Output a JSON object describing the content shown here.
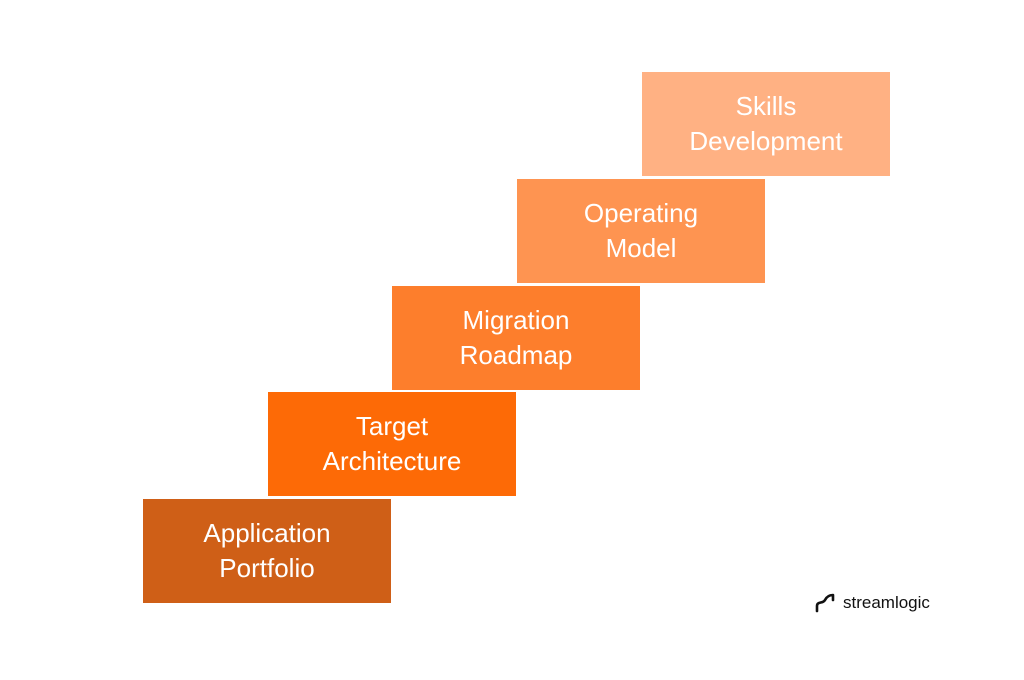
{
  "steps": [
    {
      "line1": "Application",
      "line2": "Portfolio",
      "color": "#cf5f17"
    },
    {
      "line1": "Target",
      "line2": "Architecture",
      "color": "#fd6a06"
    },
    {
      "line1": "Migration",
      "line2": "Roadmap",
      "color": "#fd7e2c"
    },
    {
      "line1": "Operating",
      "line2": "Model",
      "color": "#fe9451"
    },
    {
      "line1": "Skills",
      "line2": "Development",
      "color": "#ffb183"
    }
  ],
  "logo": {
    "wordmark": "streamlogic"
  }
}
